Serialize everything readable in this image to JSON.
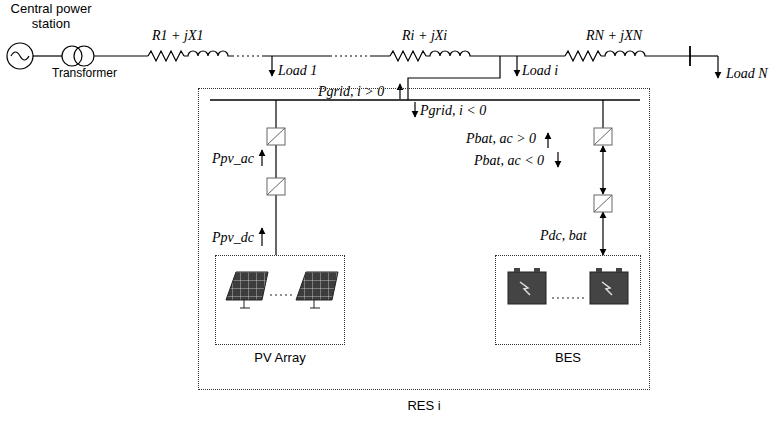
{
  "diagram": {
    "nodes": [
      {
        "text": [
          "RES i"
        ]
      },
      {
        "text": [
          "PV Array"
        ],
        "in": 0
      },
      {
        "text": [
          "BES"
        ],
        "in": 0
      }
    ],
    "labels": [
      "Central power station",
      "Transformer",
      "R1 + jX1",
      "Ri + jXi",
      "RN + jXN",
      "Load 1",
      "Load i",
      "Load N",
      "Pgrid, i > 0",
      "Pgrid, i < 0",
      "Ppv_ac",
      "Ppv_dc",
      "Pbat, ac > 0",
      "Pbat, ac < 0",
      "Pdc, bat"
    ]
  }
}
